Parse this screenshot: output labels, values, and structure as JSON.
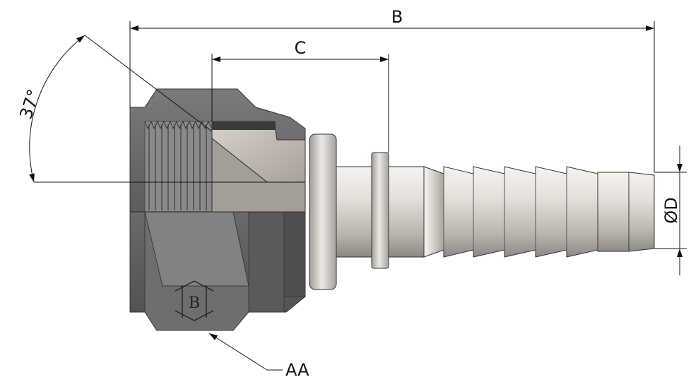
{
  "labels": {
    "dim_b": "B",
    "dim_c": "C",
    "angle": "37°",
    "diameter": "ØD",
    "callout": "AA"
  },
  "colors": {
    "nut_dark": "#5e5e5e",
    "nut_mid": "#767676",
    "nut_light": "#8c8c8c",
    "steel_light": "#eeeae6",
    "steel_mid": "#c9c3bd",
    "steel_dark": "#8f8a85",
    "line": "#111111"
  },
  "icons": {
    "logo": "brand-logo-engraving"
  }
}
